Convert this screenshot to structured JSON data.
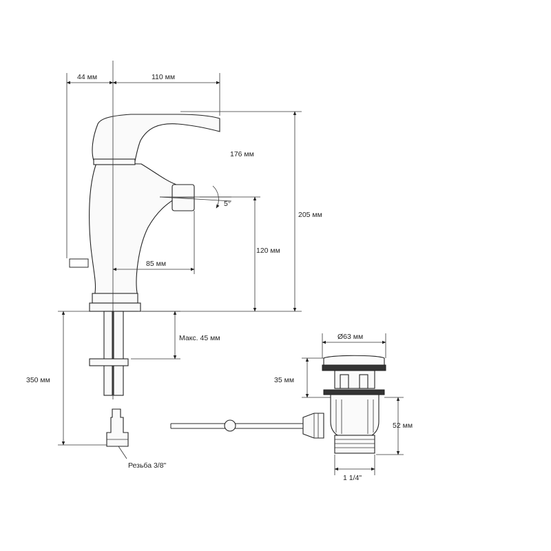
{
  "faucet": {
    "dim_base_offset": "44 мм",
    "dim_spout_reach": "110 мм",
    "dim_spout_height": "176 мм",
    "dim_total_height": "205 мм",
    "dim_aerator_height": "120 мм",
    "dim_aerator_reach": "85 мм",
    "angle_label": "5°",
    "dim_max_mount": "Макс. 45 мм",
    "dim_hose_length": "350 мм",
    "thread_label": "Резьба 3/8\""
  },
  "drain": {
    "dim_diameter": "Ø63 мм",
    "dim_flange": "35 мм",
    "dim_body": "52 мм",
    "dim_outlet": "1 1/4\""
  },
  "colors": {
    "line": "#222222",
    "background": "#ffffff"
  }
}
